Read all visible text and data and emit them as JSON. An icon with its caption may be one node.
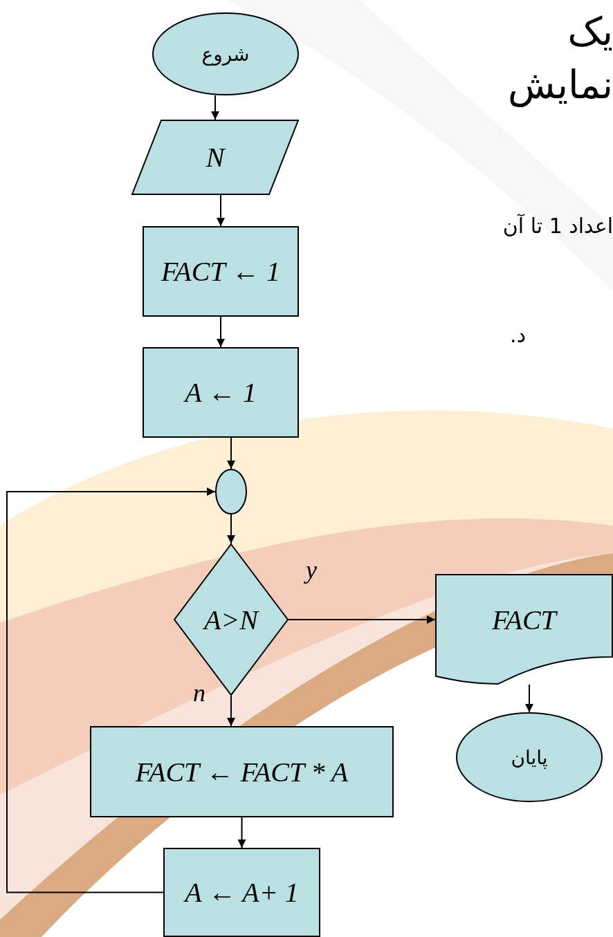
{
  "diagram": {
    "nodes": [
      {
        "text": [
          "شروع"
        ]
      },
      {
        "text": [
          "N"
        ]
      },
      {
        "text": [
          "FACT ← 1"
        ]
      },
      {
        "text": [
          "A ← 1"
        ]
      },
      {
        "text": [],
        "shape": "circle"
      },
      {
        "text": [
          "A>N"
        ]
      },
      {
        "text": [
          "FACT"
        ]
      },
      {
        "text": [
          "پایان"
        ]
      },
      {
        "text": [
          "FACT ← FACT * A"
        ]
      },
      {
        "text": [
          "A ← A+ 1"
        ]
      }
    ],
    "edges": [
      {
        "from": 0,
        "to": 1,
        "arrow": "to"
      },
      {
        "from": 1,
        "to": 2,
        "arrow": "to"
      },
      {
        "from": 2,
        "to": 3,
        "arrow": "to"
      },
      {
        "from": 3,
        "to": 4,
        "arrow": "to"
      },
      {
        "from": 4,
        "to": 5,
        "arrow": "to"
      },
      {
        "from": 5,
        "to": 6,
        "arrow": "to",
        "label": "y"
      },
      {
        "from": 5,
        "to": 8,
        "arrow": "to",
        "label": "n"
      },
      {
        "from": 6,
        "to": 7,
        "arrow": "to"
      },
      {
        "from": 8,
        "to": 9,
        "arrow": "to"
      },
      {
        "from": 9,
        "to": 4,
        "arrow": "to"
      }
    ],
    "labels": [
      "یک",
      "نمایش",
      "اعداد 1 تا آن",
      "د."
    ]
  }
}
